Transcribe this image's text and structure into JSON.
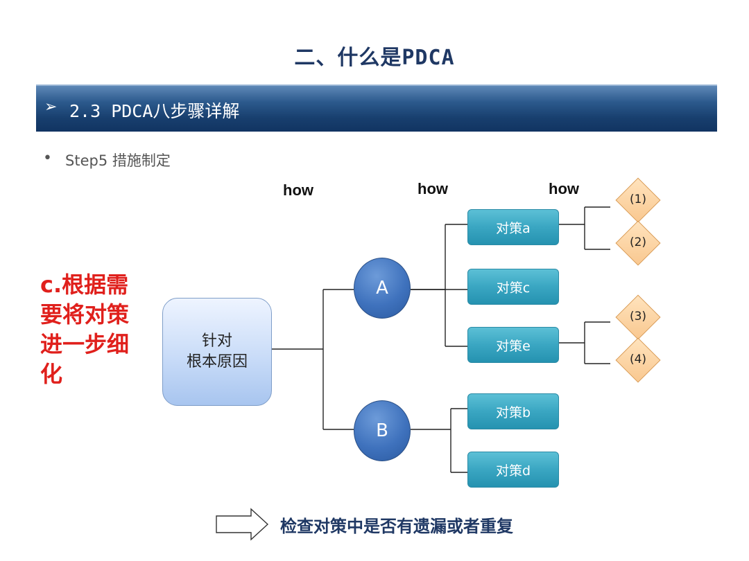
{
  "page_title": "二、什么是PDCA",
  "section": {
    "arrow": "➢",
    "title": "2.3 PDCA八步骤详解"
  },
  "bullet": {
    "dot": "•",
    "text": "Step5 措施制定"
  },
  "how_labels": [
    "how",
    "how",
    "how"
  ],
  "side_note": "c.根据需要将对策进一步细化",
  "root_box": {
    "line1": "针对",
    "line2": "根本原因"
  },
  "causes": [
    "A",
    "B"
  ],
  "measures": [
    "对策a",
    "对策c",
    "对策e",
    "对策b",
    "对策d"
  ],
  "sub_steps": [
    "(1)",
    "(2)",
    "(3)",
    "(4)"
  ],
  "bottom_note": "检查对策中是否有遗漏或者重复",
  "colors": {
    "title": "#1f3864",
    "section_bar": "#1a4272",
    "side_note": "#e0201c",
    "measure_box": "#3aa6c2",
    "cause_circle": "#3f72bd",
    "diamond": "#f9c890"
  }
}
